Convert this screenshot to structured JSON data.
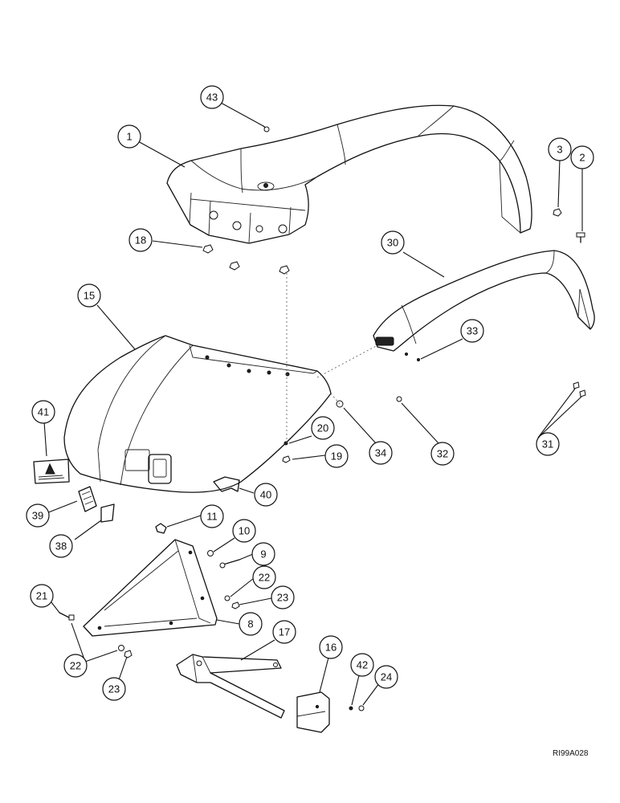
{
  "callouts": [
    {
      "id": "c43",
      "label": "43"
    },
    {
      "id": "c1",
      "label": "1"
    },
    {
      "id": "c3",
      "label": "3"
    },
    {
      "id": "c2",
      "label": "2"
    },
    {
      "id": "c18",
      "label": "18"
    },
    {
      "id": "c30",
      "label": "30"
    },
    {
      "id": "c15",
      "label": "15"
    },
    {
      "id": "c33",
      "label": "33"
    },
    {
      "id": "c41",
      "label": "41"
    },
    {
      "id": "c20",
      "label": "20"
    },
    {
      "id": "c34",
      "label": "34"
    },
    {
      "id": "c32",
      "label": "32"
    },
    {
      "id": "c31",
      "label": "31"
    },
    {
      "id": "c19",
      "label": "19"
    },
    {
      "id": "c40",
      "label": "40"
    },
    {
      "id": "c39",
      "label": "39"
    },
    {
      "id": "c11",
      "label": "11"
    },
    {
      "id": "c38",
      "label": "38"
    },
    {
      "id": "c10",
      "label": "10"
    },
    {
      "id": "c9",
      "label": "9"
    },
    {
      "id": "c22a",
      "label": "22"
    },
    {
      "id": "c21",
      "label": "21"
    },
    {
      "id": "c23a",
      "label": "23"
    },
    {
      "id": "c8",
      "label": "8"
    },
    {
      "id": "c17",
      "label": "17"
    },
    {
      "id": "c22b",
      "label": "22"
    },
    {
      "id": "c16",
      "label": "16"
    },
    {
      "id": "c42",
      "label": "42"
    },
    {
      "id": "c24",
      "label": "24"
    },
    {
      "id": "c23b",
      "label": "23"
    }
  ],
  "reference_code": "RI99A028"
}
